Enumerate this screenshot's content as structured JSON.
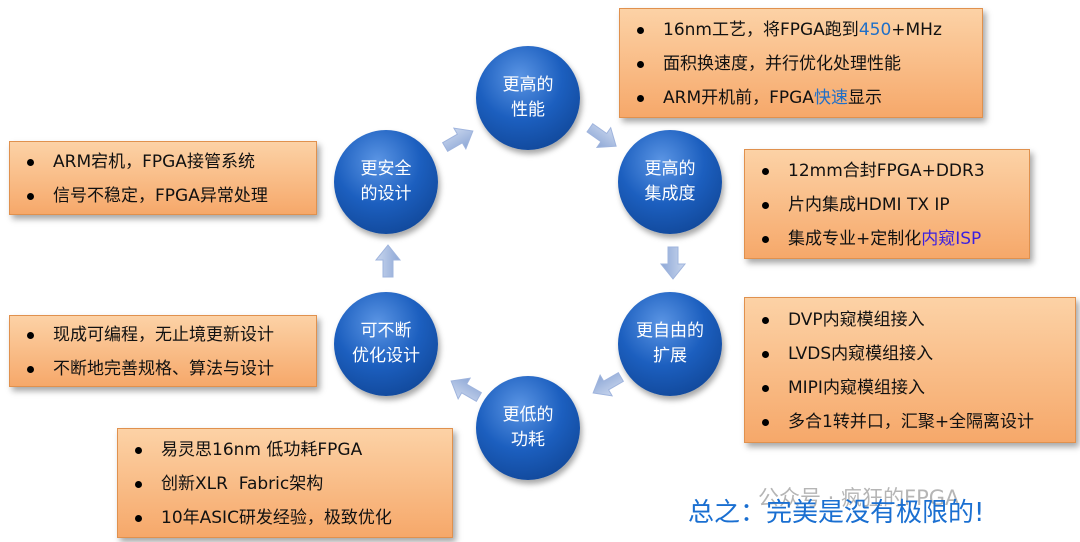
{
  "circles": {
    "performance": [
      "更高的",
      "性能"
    ],
    "integration": [
      "更高的",
      "集成度"
    ],
    "expansion": [
      "更自由的",
      "扩展"
    ],
    "power": [
      "更低的",
      "功耗"
    ],
    "optimize": [
      "可不断",
      "优化设计"
    ],
    "safety": [
      "更安全",
      "的设计"
    ]
  },
  "boxes": {
    "performance": {
      "item1": {
        "pre": "16nm工艺，将FPGA跑到",
        "hl": "450",
        "post": "+MHz"
      },
      "item2": "面积换速度，并行优化处理性能",
      "item3": {
        "pre": "ARM开机前，FPGA",
        "hl": "快速",
        "post": "显示"
      }
    },
    "integration": {
      "item1": "12mm合封FPGA+DDR3",
      "item2": "片内集成HDMI TX IP",
      "item3": {
        "pre": "集成专业+定制化",
        "hl": "内窥ISP"
      }
    },
    "expansion": [
      "DVP内窥模组接入",
      "LVDS内窥模组接入",
      "MIPI内窥模组接入",
      "多合1转并口，汇聚+全隔离设计"
    ],
    "power": [
      "易灵思16nm 低功耗FPGA",
      "创新XLR  Fabric架构",
      "10年ASIC研发经验，极致优化"
    ],
    "optimize": [
      "现成可编程，无止境更新设计",
      "不断地完善规格、算法与设计"
    ],
    "safety": [
      "ARM宕机，FPGA接管系统",
      "信号不稳定，FPGA异常处理"
    ]
  },
  "footer": "总之：完美是没有极限的!",
  "watermark": "公众号 · 疯狂的FPGA",
  "colors": {
    "box": "#f6a86a",
    "circle": "#1c5fbf",
    "arrow": "#aabfe0",
    "highlight": "#1f6fc8"
  }
}
